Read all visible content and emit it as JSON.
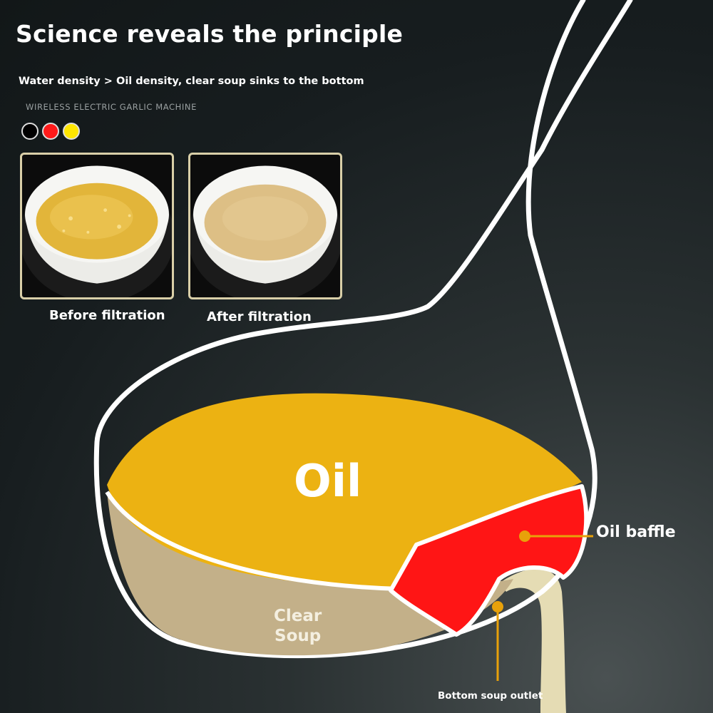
{
  "header": {
    "title": "Science reveals the principle",
    "subtitle": "Water density > Oil density, clear soup sinks to the bottom",
    "product_text": "WIRELESS ELECTRIC GARLIC MACHINE"
  },
  "color_options": [
    {
      "name": "black",
      "color": "#000000"
    },
    {
      "name": "red",
      "color": "#ff1a1a"
    },
    {
      "name": "yellow",
      "color": "#ffe600"
    }
  ],
  "photos": [
    {
      "caption": "Before filtration",
      "soup_color": "#e2b53a"
    },
    {
      "caption": "After filtration",
      "soup_color": "#ddbf85"
    }
  ],
  "diagram": {
    "oil_label": "Oil",
    "soup_label_line1": "Clear",
    "soup_label_line2": "Soup",
    "baffle_label": "Oil baffle",
    "outlet_label": "Bottom soup outlet",
    "colors": {
      "oil": "#ecb212",
      "soup": "#c3b089",
      "baffle": "#ff1515",
      "outline": "#ffffff",
      "callout": "#e8a10a",
      "stream": "#e5dcb4"
    }
  }
}
